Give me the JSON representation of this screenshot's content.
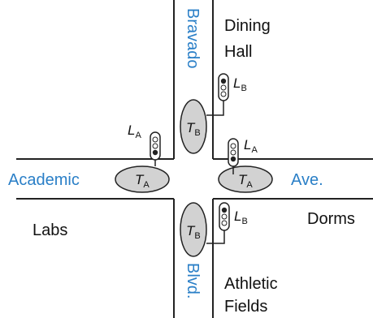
{
  "colors": {
    "street_label": "#2a7fc7",
    "pad_fill": "#d2d2d2",
    "line": "#222222"
  },
  "streets": {
    "vertical_top": "Bravado",
    "vertical_bottom": "Blvd.",
    "horizontal_left": "Academic",
    "horizontal_right": "Ave."
  },
  "places": {
    "dining_line1": "Dining",
    "dining_line2": "Hall",
    "labs": "Labs",
    "dorms": "Dorms",
    "athletic_line1": "Athletic",
    "athletic_line2": "Fields"
  },
  "pads": {
    "top": {
      "main": "T",
      "sub": "B"
    },
    "left": {
      "main": "T",
      "sub": "A"
    },
    "right": {
      "main": "T",
      "sub": "A"
    },
    "bottom": {
      "main": "T",
      "sub": "B"
    }
  },
  "lights": {
    "top": {
      "main": "L",
      "sub": "B"
    },
    "left": {
      "main": "L",
      "sub": "A"
    },
    "right": {
      "main": "L",
      "sub": "A"
    },
    "bottom": {
      "main": "L",
      "sub": "B"
    }
  }
}
